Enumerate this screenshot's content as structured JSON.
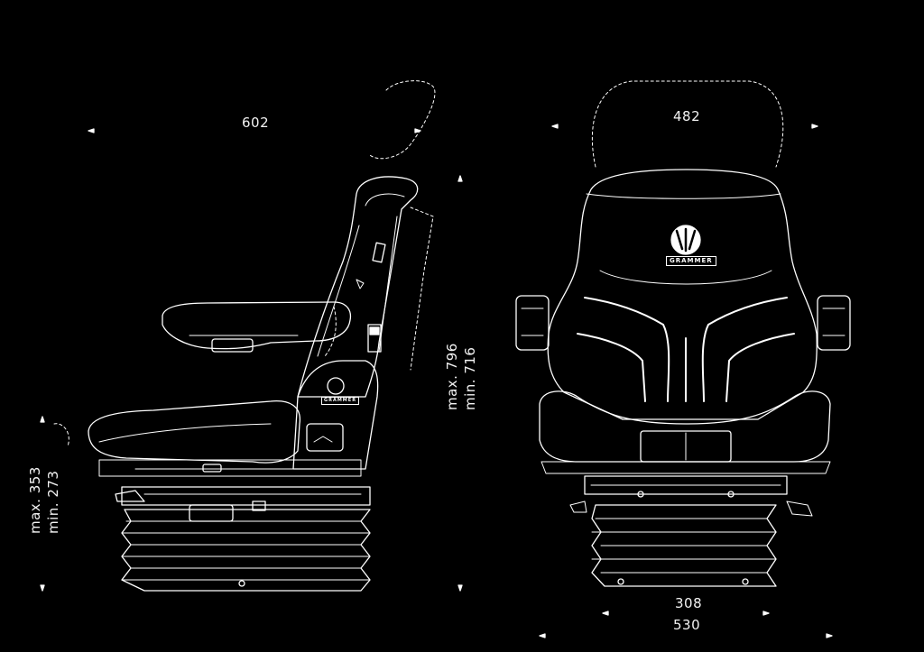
{
  "dimensions": {
    "side_width": "602",
    "front_width": "482",
    "side_height_max": "max. 353",
    "side_height_min": "min. 273",
    "seat_height_max": "max. 796",
    "seat_height_min": "min. 716",
    "base_width_inner": "308",
    "base_width_outer": "530"
  },
  "brand": {
    "name": "GRAMMER"
  },
  "colors": {
    "background": "#000000",
    "line": "#ffffff"
  }
}
